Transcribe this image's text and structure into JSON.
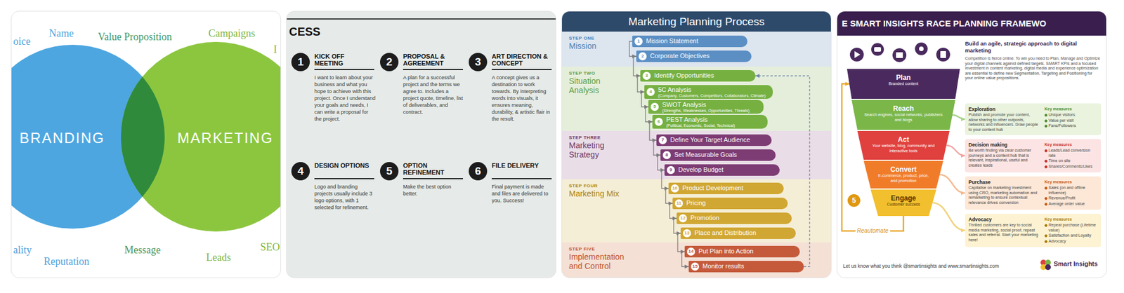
{
  "diagram": {
    "title": "Marketing Planning Process",
    "nodes": [
      {
        "text": [
          "BRANDING"
        ]
      },
      {
        "text": [
          "MARKETING"
        ]
      },
      {
        "text": [
          "1",
          "KICK OFF MEETING",
          "I want to learn about your business and what you hope to achieve with this project. Once I understand your goals and needs, I can write a proposal for the project."
        ]
      },
      {
        "text": [
          "2",
          "PROPOSAL & AGREEMENT",
          "A plan for a successful project and the terms we agree to. Includes a project quote, timeline, list of deliverables, and contract."
        ]
      },
      {
        "text": [
          "3",
          "ART DIRECTION & CONCEPT",
          "A concept gives us a destination to work towards. By interpreting words into visuals, it ensures meaning, durability, & artistic flair in the result."
        ]
      },
      {
        "text": [
          "4",
          "DESIGN OPTIONS",
          "Logo and branding projects usually include 3 logo options, with 1 selected for refinement."
        ]
      },
      {
        "text": [
          "5",
          "OPTION REFINEMENT",
          "Make the best option better."
        ]
      },
      {
        "text": [
          "6",
          "FILE DELIVERY",
          "Final payment is made and files are delivered to you. Success!"
        ]
      },
      {
        "text": [
          "STEP ONE",
          "Mission"
        ]
      },
      {
        "text": [
          "1",
          "Mission Statement"
        ],
        "in": 8
      },
      {
        "text": [
          "2",
          "Corporate Objectives"
        ],
        "in": 8
      },
      {
        "text": [
          "STEP TWO",
          "Situation Analysis"
        ]
      },
      {
        "text": [
          "3",
          "Identify Opportunities"
        ],
        "in": 11
      },
      {
        "text": [
          "4",
          "5C Analysis",
          "(Company, Customers, Competitors, Collaborators, Climate)"
        ],
        "in": 11
      },
      {
        "text": [
          "5",
          "SWOT Analysis",
          "(Strengths, Weaknesses, Opportunities, Threats)"
        ],
        "in": 11
      },
      {
        "text": [
          "6",
          "PEST Analysis",
          "(Political, Economic, Social, Technical)"
        ],
        "in": 11
      },
      {
        "text": [
          "STEP THREE",
          "Marketing Strategy"
        ]
      },
      {
        "text": [
          "7",
          "Define Your Target Audience"
        ],
        "in": 16
      },
      {
        "text": [
          "8",
          "Set Measurable Goals"
        ],
        "in": 16
      },
      {
        "text": [
          "9",
          "Develop Budget"
        ],
        "in": 16
      },
      {
        "text": [
          "STEP FOUR",
          "Marketing Mix"
        ]
      },
      {
        "text": [
          "10",
          "Product Development"
        ],
        "in": 20
      },
      {
        "text": [
          "11",
          "Pricing"
        ],
        "in": 20
      },
      {
        "text": [
          "12",
          "Promotion"
        ],
        "in": 20
      },
      {
        "text": [
          "13",
          "Place and Distribution"
        ],
        "in": 20
      },
      {
        "text": [
          "STEP FIVE",
          "Implementation and Control"
        ]
      },
      {
        "text": [
          "14",
          "Put Plan into Action"
        ],
        "in": 25
      },
      {
        "text": [
          "15",
          "Monitor results"
        ],
        "in": 25
      },
      {
        "text": [
          "Plan",
          "Branded content"
        ]
      },
      {
        "text": [
          "Reach",
          "Search engines, social networks, publishers and blogs"
        ]
      },
      {
        "text": [
          "Act",
          "Your website, blog, community and interactive tools"
        ]
      },
      {
        "text": [
          "Convert",
          "E-commerce, product, price, and promotion"
        ]
      },
      {
        "text": [
          "Engage",
          "Customer success"
        ]
      },
      {
        "text": [
          "5"
        ]
      },
      {
        "text": [
          "Exploration",
          "Publish and promote your content, allow sharing to other outposts, networks and influencers. Draw people to your content hub",
          "Key measures",
          "Unique visitors",
          "Value per visit",
          "Fans/Followers"
        ]
      },
      {
        "text": [
          "Decision making",
          "Be worth finding via clear customer journeys and a content hub that is relevant, inspirational, useful and creates leads",
          "Key measures",
          "Leads/Lead conversion rate",
          "Time on site",
          "Shares/Comments/Likes"
        ]
      },
      {
        "text": [
          "Purchase",
          "Capitalise on marketing investment using CRO, marketing automation and remarketing to ensure contextual relevance drives conversion",
          "Key measures",
          "Sales (on and offline influence)",
          "Revenue/Profit",
          "Average order value"
        ]
      },
      {
        "text": [
          "Advocacy",
          "Thrilled customers are key to social media marketing, social proof, repeat sales and referral. Start your marketing here!",
          "Key measures",
          "Repeat purchase (Lifetime value)",
          "Satisfaction and Loyalty",
          "Advocacy"
        ]
      }
    ],
    "edges": [
      {
        "from": 9,
        "to": 10,
        "arrow": "to"
      },
      {
        "from": 10,
        "to": 12,
        "arrow": "to"
      },
      {
        "from": 12,
        "to": 13,
        "arrow": "to"
      },
      {
        "from": 13,
        "to": 14,
        "arrow": "to"
      },
      {
        "from": 14,
        "to": 15,
        "arrow": "to"
      },
      {
        "from": 15,
        "to": 17,
        "arrow": "to"
      },
      {
        "from": 17,
        "to": 18,
        "arrow": "to"
      },
      {
        "from": 18,
        "to": 19,
        "arrow": "to"
      },
      {
        "from": 19,
        "to": 21,
        "arrow": "to"
      },
      {
        "from": 21,
        "to": 22,
        "arrow": "to"
      },
      {
        "from": 22,
        "to": 23,
        "arrow": "to"
      },
      {
        "from": 23,
        "to": 24,
        "arrow": "to"
      },
      {
        "from": 24,
        "to": 26,
        "arrow": "to"
      },
      {
        "from": 26,
        "to": 27,
        "arrow": "to"
      },
      {
        "from": 27,
        "to": 12,
        "arrow": "to"
      },
      {
        "from": 29,
        "to": 34,
        "arrow": "to"
      },
      {
        "from": 30,
        "to": 35,
        "arrow": "to"
      },
      {
        "from": 31,
        "to": 36,
        "arrow": "to"
      },
      {
        "from": 32,
        "to": 37,
        "arrow": "to"
      },
      {
        "from": 32,
        "to": 28,
        "label": "Reautomate",
        "arrow": "to"
      }
    ],
    "labels": [
      "oice",
      "Name",
      "Value Proposition",
      "Campaigns",
      "I",
      "ality",
      "Reputation",
      "Message",
      "Leads",
      "SEO",
      "CESS",
      "E SMART INSIGHTS RACE PLANNING FRAMEWO",
      "Build an agile, strategic approach to digital marketing",
      "Competition is fierce online. To win you need to Plan, Manage and Optimize your digital channels against defined targets. SMART KPIs and a focused investment in content marketing, digital media and experience optimization are essential to define new Segmentation, Targeting and Positioning for your online value propositions.",
      "Let us know what you think @smartinsights and www.smartinsights.com",
      "Smart Insights"
    ]
  }
}
